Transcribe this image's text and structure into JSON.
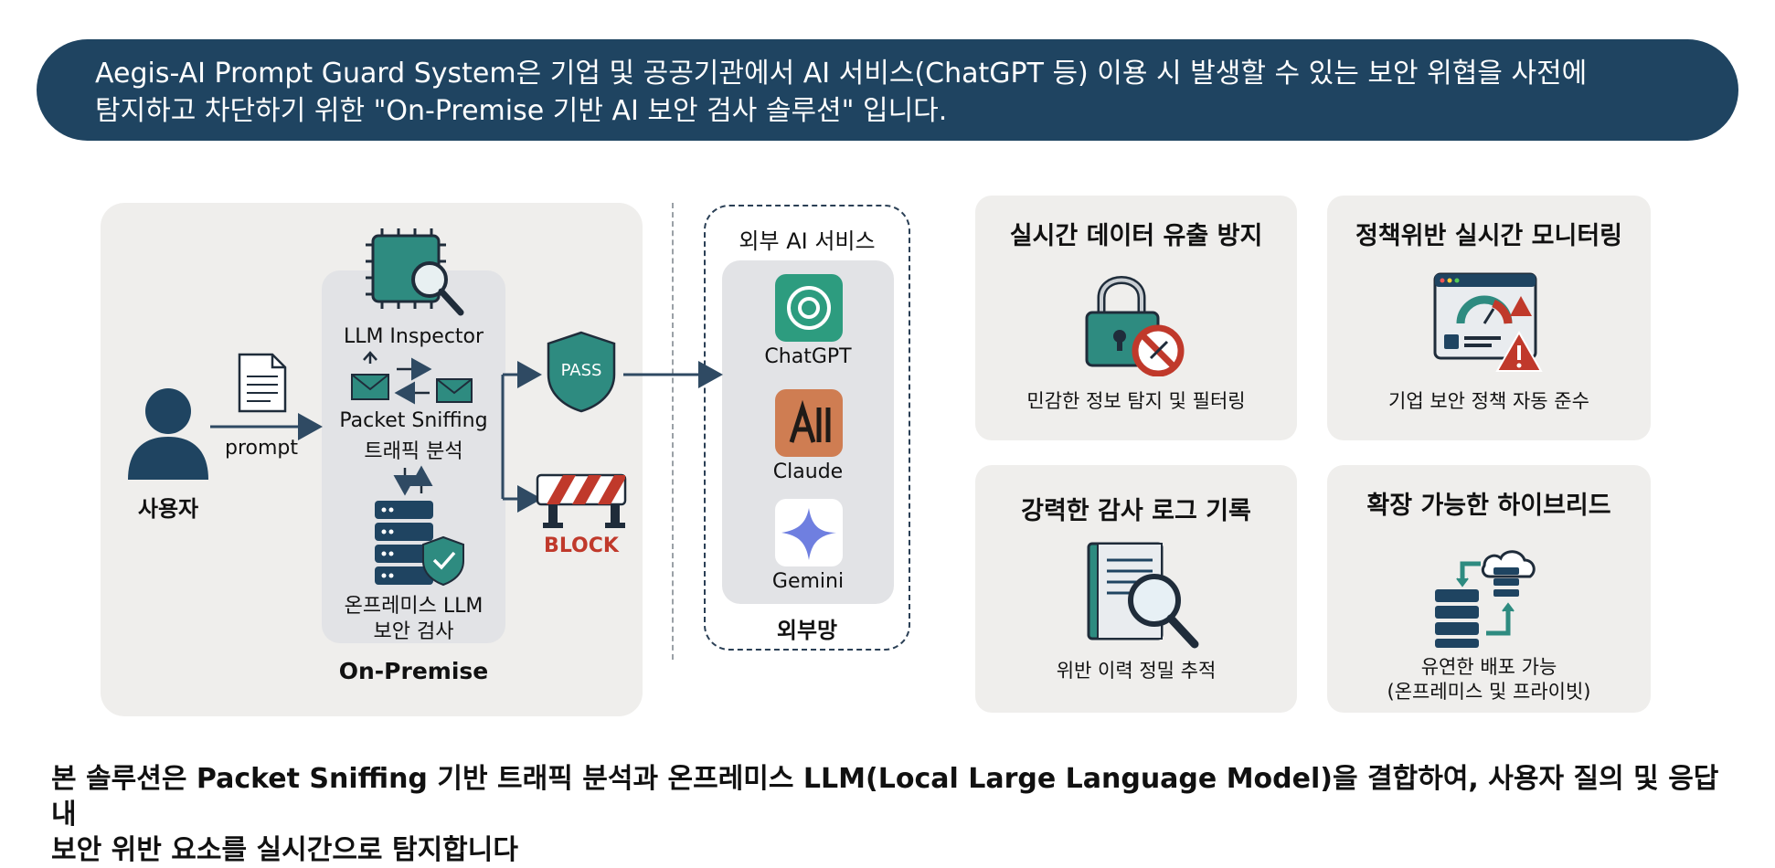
{
  "intro": {
    "line1": "Aegis-AI Prompt Guard System은 기업 및 공공기관에서 AI 서비스(ChatGPT 등) 이용 시 발생할 수 있는 보안 위협을 사전에",
    "line2": "탐지하고 차단하기 위한 \"On-Premise 기반 AI 보안 검사 솔루션\" 입니다."
  },
  "diagram": {
    "user_label": "사용자",
    "prompt_label": "prompt",
    "inspector_label": "LLM Inspector",
    "sniffing_line1": "Packet Sniffing",
    "sniffing_line2": "트래픽 분석",
    "local_llm_line1": "온프레미스 LLM",
    "local_llm_line2": "보안 검사",
    "onprem_label": "On-Premise",
    "pass_label": "PASS",
    "block_label": "BLOCK",
    "external_title": "외부 AI 서비스",
    "external_net_label": "외부망",
    "services": [
      {
        "name": "ChatGPT",
        "icon": "chatgpt-logo-icon"
      },
      {
        "name": "Claude",
        "icon": "claude-logo-icon"
      },
      {
        "name": "Gemini",
        "icon": "gemini-logo-icon"
      }
    ]
  },
  "features": [
    {
      "title": "실시간 데이터 유출 방지",
      "desc": "민감한 정보 탐지 및 필터링",
      "icon": "lock-blocked-icon"
    },
    {
      "title": "정책위반 실시간 모니터링",
      "desc": "기업 보안 정책 자동 준수",
      "icon": "dashboard-warning-icon"
    },
    {
      "title": "강력한 감사 로그 기록",
      "desc": "위반 이력 정밀 추적",
      "icon": "log-book-magnifier-icon"
    },
    {
      "title": "확장 가능한 하이브리드",
      "desc_line1": "유연한 배포 가능",
      "desc_line2": "(온프레미스 및 프라이빗)",
      "icon": "server-cloud-sync-icon"
    }
  ],
  "summary": {
    "line1": "본 솔루션은 Packet Sniffing 기반 트래픽 분석과 온프레미스 LLM(Local Large Language Model)을 결합하여, 사용자 질의 및 응답 내",
    "line2": "보안 위반 요소를 실시간으로 탐지합니다"
  },
  "colors": {
    "navy": "#1f4461",
    "teal": "#2e8b80",
    "block_red": "#c0392b",
    "panel_bg": "#efeeec"
  }
}
